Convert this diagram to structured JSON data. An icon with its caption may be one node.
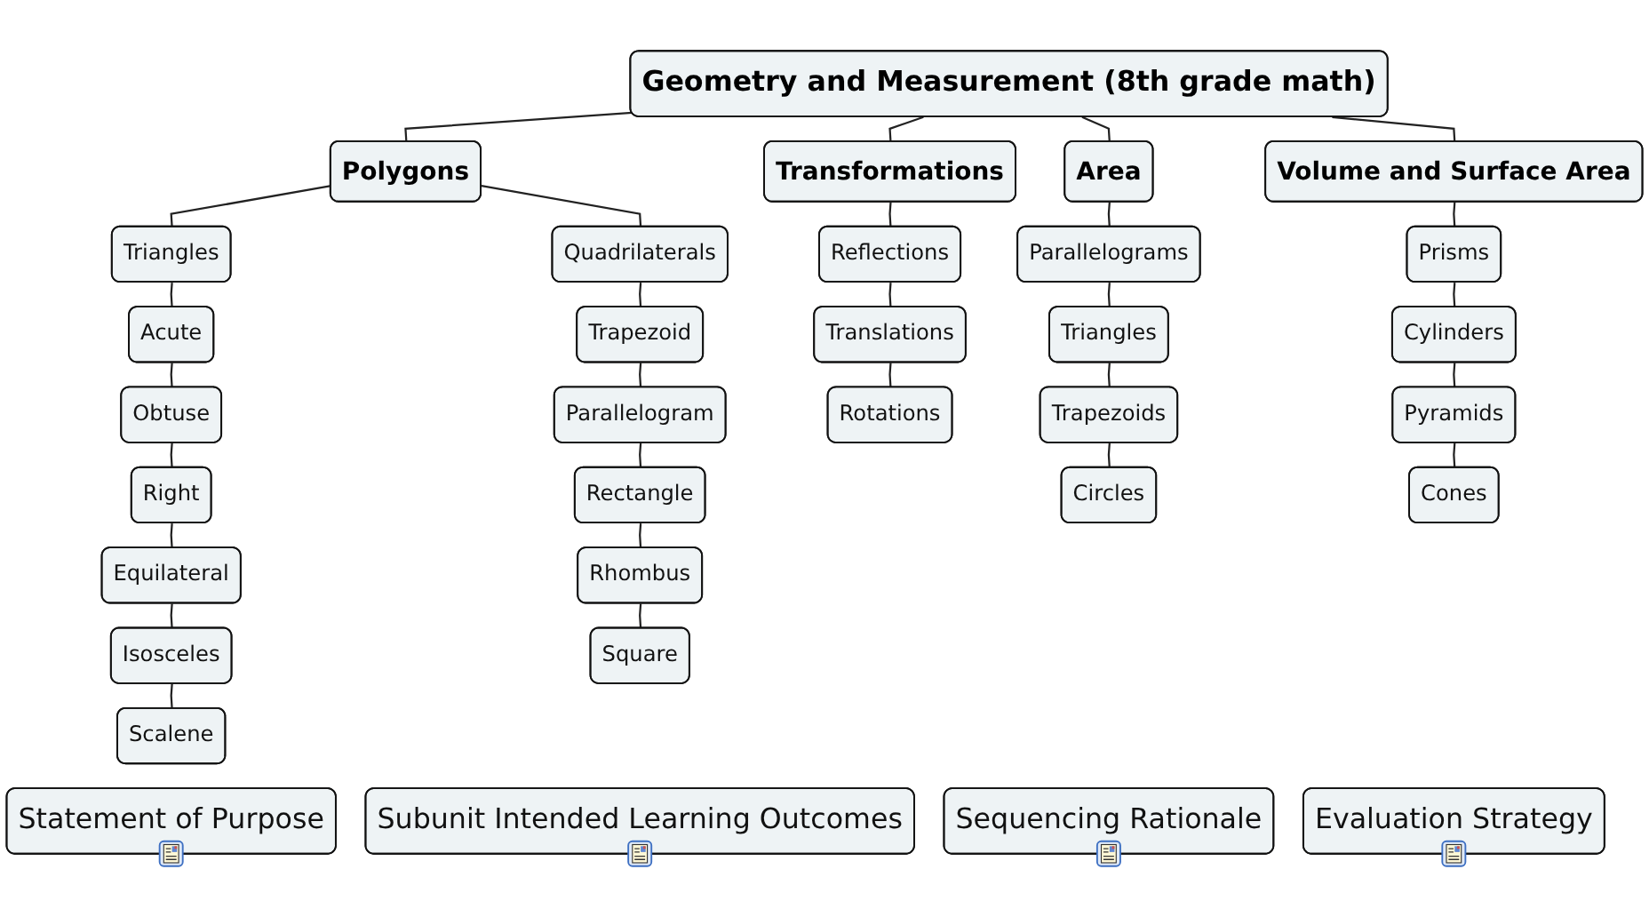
{
  "diagram": {
    "nodes": [
      {
        "text": [
          "Geometry and Measurement (8th grade math)"
        ]
      },
      {
        "text": [
          "Polygons"
        ]
      },
      {
        "text": [
          "Transformations"
        ]
      },
      {
        "text": [
          "Area"
        ]
      },
      {
        "text": [
          "Volume and Surface Area"
        ]
      },
      {
        "text": [
          "Triangles"
        ]
      },
      {
        "text": [
          "Quadrilaterals"
        ]
      },
      {
        "text": [
          "Acute"
        ]
      },
      {
        "text": [
          "Obtuse"
        ]
      },
      {
        "text": [
          "Right"
        ]
      },
      {
        "text": [
          "Equilateral"
        ]
      },
      {
        "text": [
          "Isosceles"
        ]
      },
      {
        "text": [
          "Scalene"
        ]
      },
      {
        "text": [
          "Trapezoid"
        ]
      },
      {
        "text": [
          "Parallelogram"
        ]
      },
      {
        "text": [
          "Rectangle"
        ]
      },
      {
        "text": [
          "Rhombus"
        ]
      },
      {
        "text": [
          "Square"
        ]
      },
      {
        "text": [
          "Reflections"
        ]
      },
      {
        "text": [
          "Translations"
        ]
      },
      {
        "text": [
          "Rotations"
        ]
      },
      {
        "text": [
          "Parallelograms"
        ]
      },
      {
        "text": [
          "Triangles"
        ]
      },
      {
        "text": [
          "Trapezoids"
        ]
      },
      {
        "text": [
          "Circles"
        ]
      },
      {
        "text": [
          "Prisms"
        ]
      },
      {
        "text": [
          "Cylinders"
        ]
      },
      {
        "text": [
          "Pyramids"
        ]
      },
      {
        "text": [
          "Cones"
        ]
      },
      {
        "text": [
          "Statement of Purpose"
        ]
      },
      {
        "text": [
          "Subunit Intended Learning Outcomes"
        ]
      },
      {
        "text": [
          "Sequencing Rationale"
        ]
      },
      {
        "text": [
          "Evaluation Strategy"
        ]
      }
    ],
    "edges": [
      {
        "from": 0,
        "to": 1,
        "arrow": "none"
      },
      {
        "from": 0,
        "to": 2,
        "arrow": "none"
      },
      {
        "from": 0,
        "to": 3,
        "arrow": "none"
      },
      {
        "from": 0,
        "to": 4,
        "arrow": "none"
      },
      {
        "from": 1,
        "to": 5,
        "arrow": "none"
      },
      {
        "from": 1,
        "to": 6,
        "arrow": "none"
      },
      {
        "from": 5,
        "to": 7,
        "arrow": "none"
      },
      {
        "from": 7,
        "to": 8,
        "arrow": "none"
      },
      {
        "from": 8,
        "to": 9,
        "arrow": "none"
      },
      {
        "from": 9,
        "to": 10,
        "arrow": "none"
      },
      {
        "from": 10,
        "to": 11,
        "arrow": "none"
      },
      {
        "from": 11,
        "to": 12,
        "arrow": "none"
      },
      {
        "from": 6,
        "to": 13,
        "arrow": "none"
      },
      {
        "from": 13,
        "to": 14,
        "arrow": "none"
      },
      {
        "from": 14,
        "to": 15,
        "arrow": "none"
      },
      {
        "from": 15,
        "to": 16,
        "arrow": "none"
      },
      {
        "from": 16,
        "to": 17,
        "arrow": "none"
      },
      {
        "from": 2,
        "to": 18,
        "arrow": "none"
      },
      {
        "from": 18,
        "to": 19,
        "arrow": "none"
      },
      {
        "from": 19,
        "to": 20,
        "arrow": "none"
      },
      {
        "from": 3,
        "to": 21,
        "arrow": "none"
      },
      {
        "from": 21,
        "to": 22,
        "arrow": "none"
      },
      {
        "from": 22,
        "to": 23,
        "arrow": "none"
      },
      {
        "from": 23,
        "to": 24,
        "arrow": "none"
      },
      {
        "from": 4,
        "to": 25,
        "arrow": "none"
      },
      {
        "from": 25,
        "to": 26,
        "arrow": "none"
      },
      {
        "from": 26,
        "to": 27,
        "arrow": "none"
      },
      {
        "from": 27,
        "to": 28,
        "arrow": "none"
      }
    ]
  }
}
